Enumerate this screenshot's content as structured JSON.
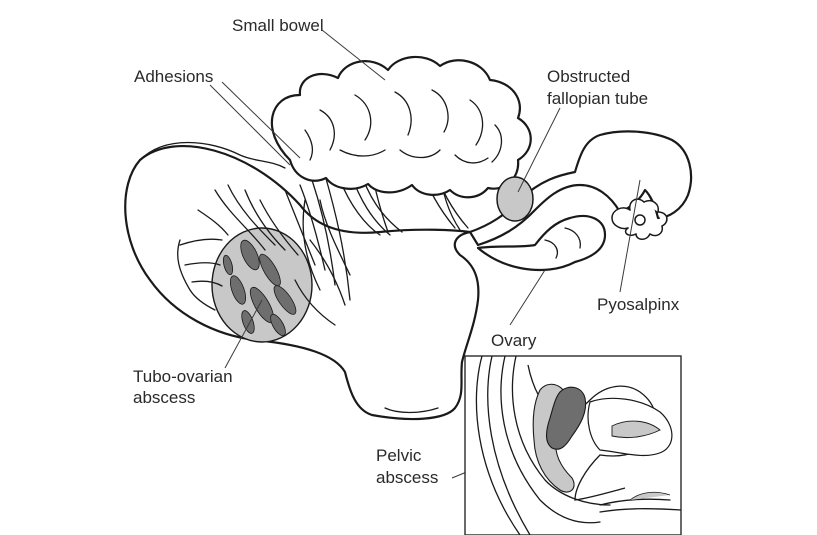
{
  "labels": {
    "small_bowel": "Small bowel",
    "adhesions": "Adhesions",
    "obstructed_tube_line1": "Obstructed",
    "obstructed_tube_line2": "fallopian tube",
    "pyosalpinx": "Pyosalpinx",
    "ovary": "Ovary",
    "tubo_ovarian_line1": "Tubo-ovarian",
    "tubo_ovarian_line2": "abscess",
    "pelvic_line1": "Pelvic",
    "pelvic_line2": "abscess"
  },
  "colors": {
    "abscess_light": "#c8c8c8",
    "abscess_dark": "#6e6e6e",
    "outline": "#1a1a1a",
    "label_text": "#2a2a2a"
  }
}
